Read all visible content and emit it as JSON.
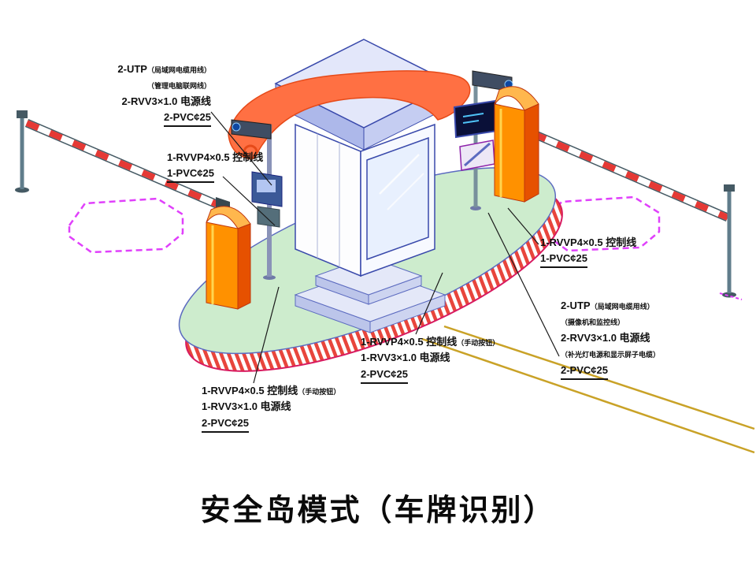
{
  "title": "安全岛模式（车牌识别）",
  "labels": {
    "camera_group_left": {
      "utp": "2-UTP",
      "utp_note": "（局域网电缆用线）",
      "note2": "（管理电脑联网线）",
      "power": "2-RVV3×1.0 电源线",
      "conduit": "2-PVC¢25"
    },
    "barrier_left": {
      "control": "1-RVVP4×0.5 控制线",
      "conduit": "1-PVC¢25"
    },
    "barrier_right": {
      "control": "1-RVVP4×0.5 控制线",
      "conduit": "1-PVC¢25"
    },
    "camera_group_right": {
      "utp": "2-UTP",
      "utp_note": "（局域网电缆用线）",
      "note2": "（摄像机和监控线）",
      "power": "2-RVV3×1.0 电源线",
      "power_note": "（补光灯电源和显示屏子电缆）",
      "conduit": "2-PVC¢25"
    },
    "booth_center": {
      "control": "1-RVVP4×0.5 控制线",
      "control_note": "（手动按钮）",
      "power": "1-RVV3×1.0 电源线",
      "conduit": "2-PVC¢25"
    },
    "booth_left": {
      "control": "1-RVVP4×0.5 控制线",
      "control_note": "（手动按钮）",
      "power": "1-RVV3×1.0 电源线",
      "conduit": "2-PVC¢25"
    }
  },
  "colors": {
    "island_green": "#cdeccd",
    "stripe_red": "#e8453c",
    "island_rim_magenta": "#d81b60",
    "outline_blue": "#3949ab",
    "machine_orange": "#ff9100",
    "machine_orange_dark": "#e65100",
    "awning_orange": "#ff7043",
    "loop_magenta": "#e040fb",
    "curb_gold": "#c9a227"
  }
}
